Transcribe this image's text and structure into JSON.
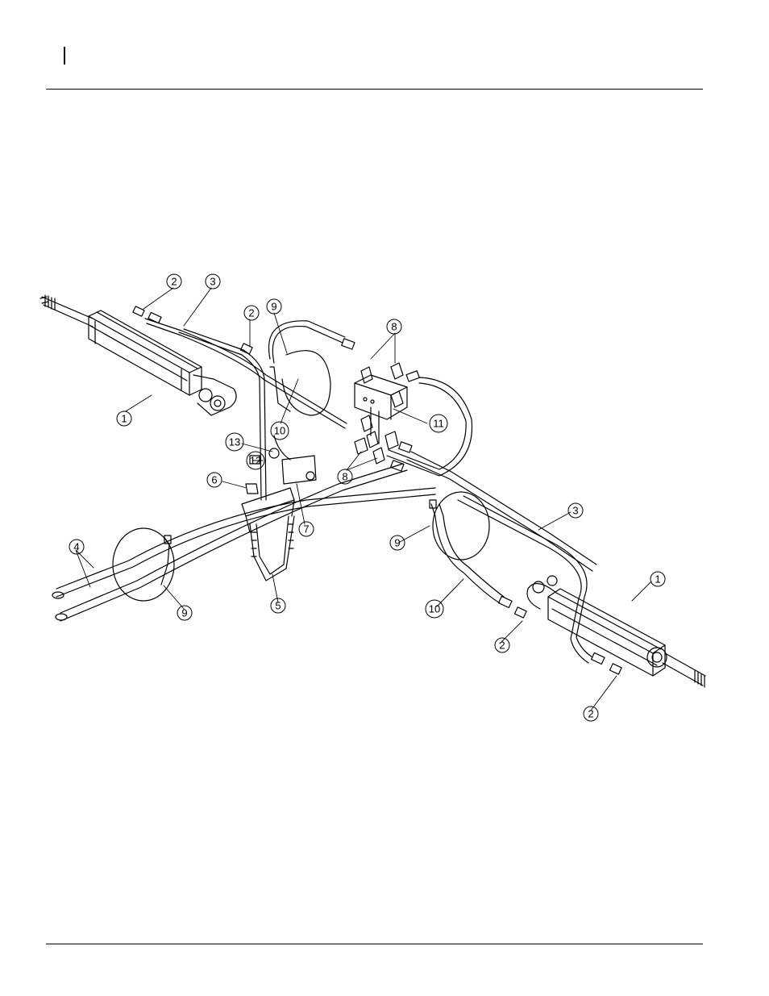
{
  "page": {
    "header_text": "",
    "footer_text": ""
  },
  "diagram": {
    "callouts": [
      {
        "id": "c-2-a",
        "label": "2"
      },
      {
        "id": "c-3-a",
        "label": "3"
      },
      {
        "id": "c-2-b",
        "label": "2"
      },
      {
        "id": "c-9-a",
        "label": "9"
      },
      {
        "id": "c-8-a",
        "label": "8"
      },
      {
        "id": "c-1-a",
        "label": "1"
      },
      {
        "id": "c-10-a",
        "label": "10"
      },
      {
        "id": "c-11",
        "label": "11"
      },
      {
        "id": "c-13",
        "label": "13"
      },
      {
        "id": "c-12",
        "label": "12"
      },
      {
        "id": "c-8-b",
        "label": "8"
      },
      {
        "id": "c-6",
        "label": "6"
      },
      {
        "id": "c-7",
        "label": "7"
      },
      {
        "id": "c-3-b",
        "label": "3"
      },
      {
        "id": "c-9-b",
        "label": "9"
      },
      {
        "id": "c-1-b",
        "label": "1"
      },
      {
        "id": "c-4",
        "label": "4"
      },
      {
        "id": "c-9-c",
        "label": "9"
      },
      {
        "id": "c-5",
        "label": "5"
      },
      {
        "id": "c-10-b",
        "label": "10"
      },
      {
        "id": "c-2-c",
        "label": "2"
      },
      {
        "id": "c-2-d",
        "label": "2"
      }
    ]
  }
}
